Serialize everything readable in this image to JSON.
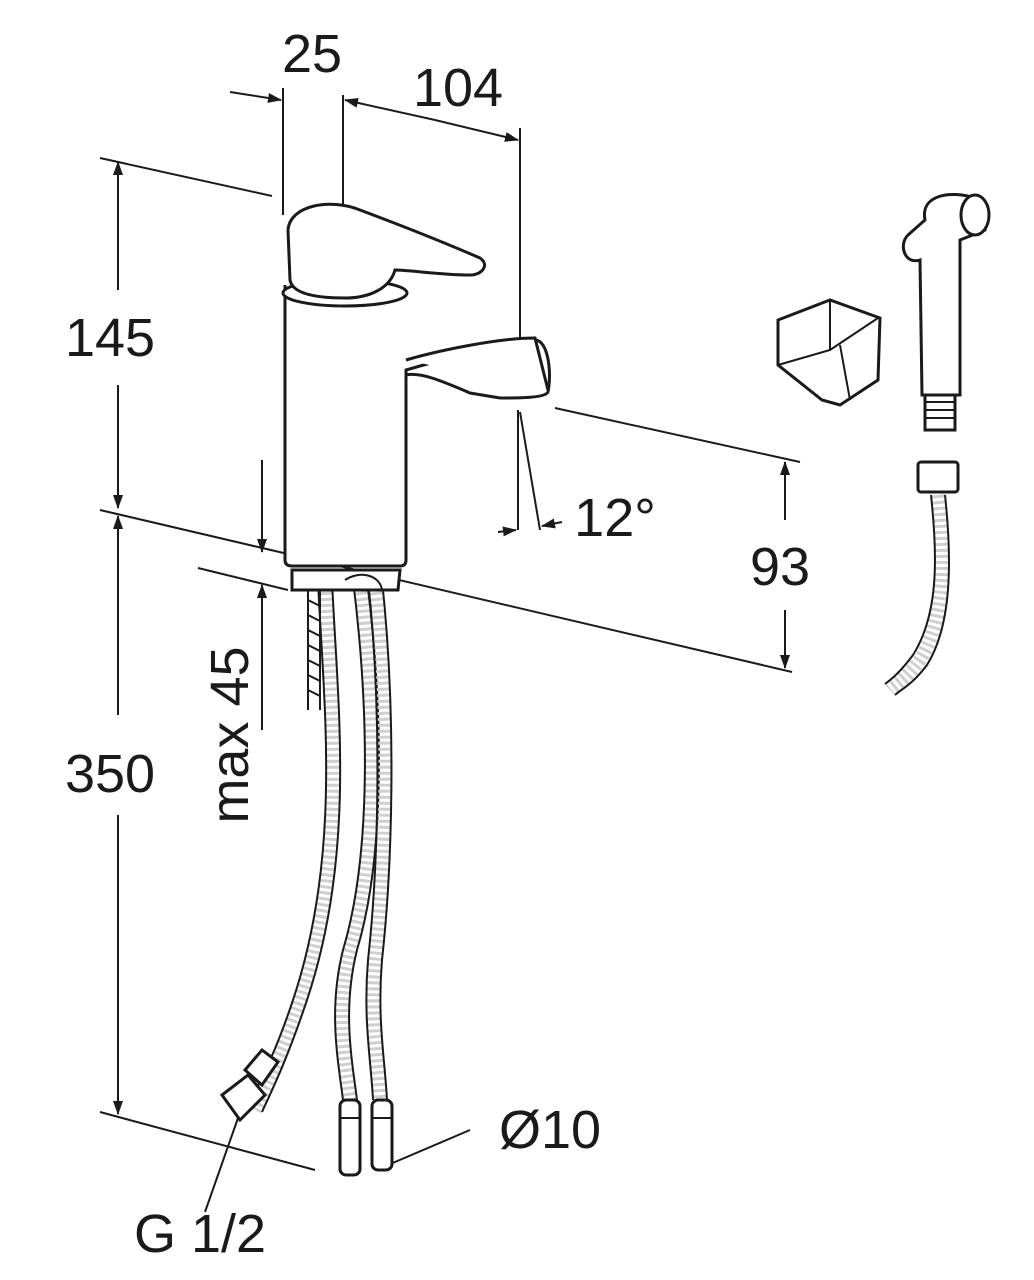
{
  "drawing": {
    "title": "Basin mixer with bidet shower – dimension drawing",
    "dimensions": {
      "handle_offset": "25",
      "spout_reach": "104",
      "height": "145",
      "spout_angle": "12°",
      "spout_height": "93",
      "max_thickness": "max 45",
      "hose_length": "350",
      "pipe_diameter": "Ø10",
      "connection_thread": "G 1/2"
    },
    "line_color": "#1a1a1a"
  }
}
